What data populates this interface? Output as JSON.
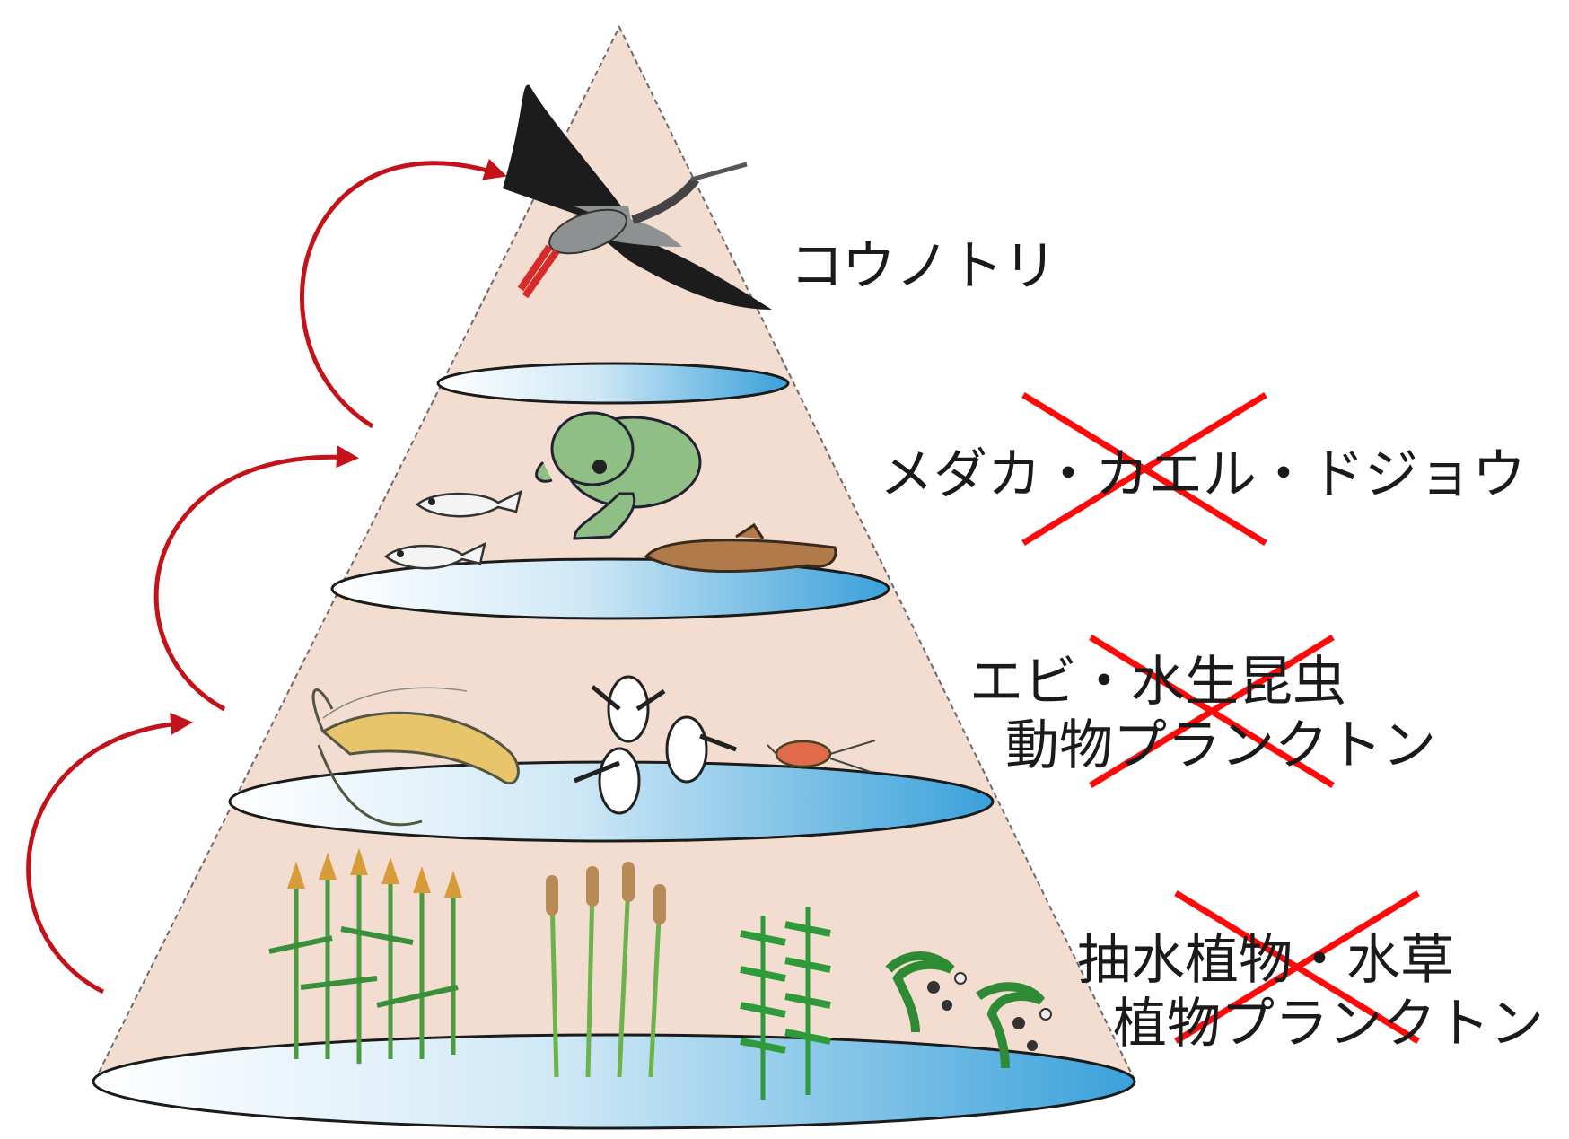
{
  "levels": [
    {
      "lines": [
        "コウノトリ"
      ],
      "crossed": false
    },
    {
      "lines": [
        "メダカ・カエル・ドジョウ"
      ],
      "crossed": true
    },
    {
      "lines": [
        "エビ・水生昆虫",
        "動物プランクトン"
      ],
      "crossed": true
    },
    {
      "lines": [
        "抽水植物・水草",
        "植物プランクトン"
      ],
      "crossed": true
    }
  ],
  "colors": {
    "pyramid_fill": "#f3ddd0",
    "water": "#3aa1da",
    "arrow": "#c4121a",
    "cross": "#ff0a0a",
    "stork_wing": "#1c1c1c",
    "stork_body": "#8e9192",
    "frog": "#8fbf85",
    "loach": "#b07a4a",
    "shrimp": "#e8c46a",
    "reed": "#d79b3a",
    "plant_green": "#2e9a3a"
  },
  "icons": [
    "stork-icon",
    "frog-icon",
    "medaka-icon",
    "loach-icon",
    "shrimp-icon",
    "water-insect-icon",
    "plankton-icon",
    "reed-icon",
    "cattail-icon",
    "waterweed-icon",
    "algae-icon"
  ]
}
